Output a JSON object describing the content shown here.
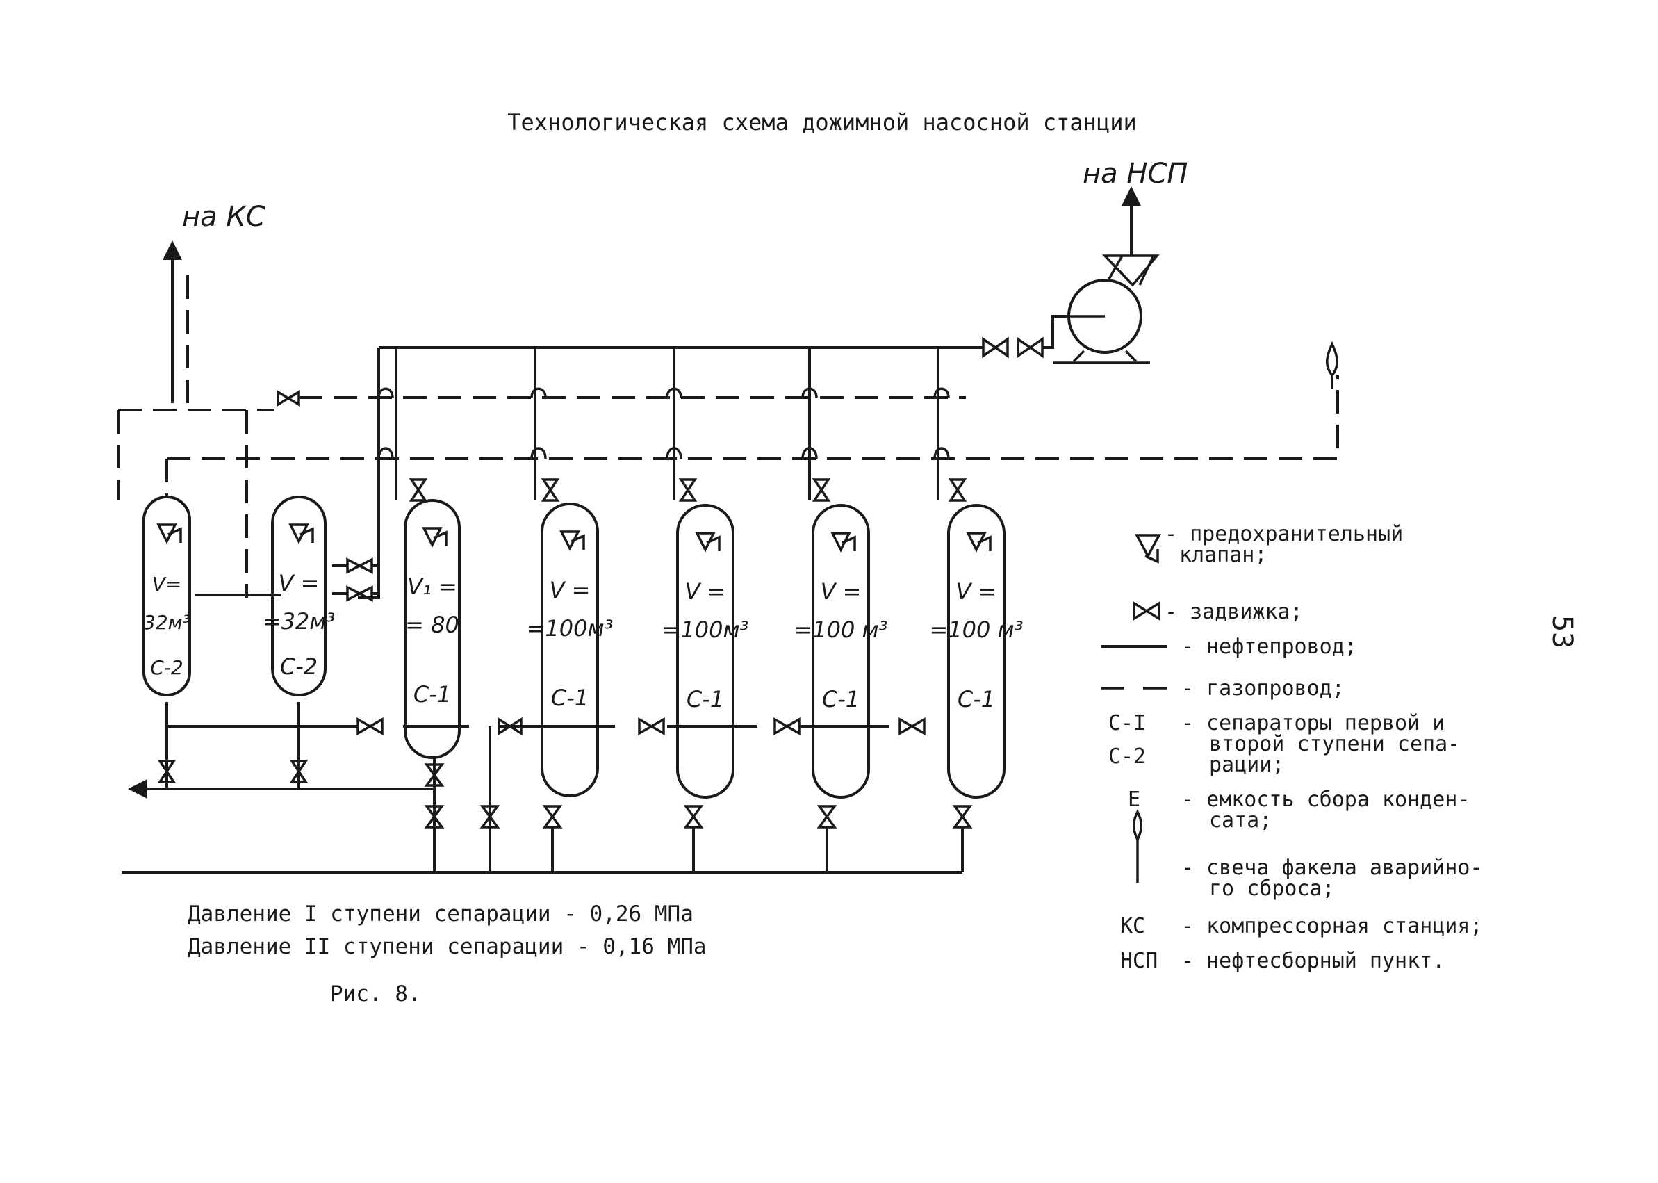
{
  "title": "Технологическая схема дожимной насосной станции",
  "outlets": {
    "gas": "на КС",
    "oil": "на НСП"
  },
  "separators": [
    {
      "v": "V=",
      "volume": "32м³",
      "code": "С-2"
    },
    {
      "v": "V =",
      "volume": "=32м³",
      "code": "С-2"
    },
    {
      "v": "V₁ =",
      "volume": "= 80",
      "code": "С-1"
    },
    {
      "v": "V =",
      "volume": "=100м³",
      "code": "С-1"
    },
    {
      "v": "V =",
      "volume": "=100м³",
      "code": "С-1"
    },
    {
      "v": "V =",
      "volume": "=100 м³",
      "code": "С-1"
    },
    {
      "v": "V =",
      "volume": "=100 м³",
      "code": "С-1"
    }
  ],
  "legend": {
    "relief_valve": "- предохранительный клапан;",
    "gate_valve": "- задвижка;",
    "oil_line": "- нефтепровод;",
    "gas_line": "- газопровод;",
    "c1": "С-I",
    "c2": "С-2",
    "separators_desc": [
      "- сепараторы первой и",
      "второй ступени сепа-",
      "рации;"
    ],
    "e": "Е",
    "tank_desc": [
      "- емкость сбора конден-",
      "сата;"
    ],
    "flare_desc": [
      "- свеча факела аварийно-",
      "го сброса;"
    ],
    "ks": "КС",
    "ks_desc": "- компрессорная станция;",
    "nsp": "НСП",
    "nsp_desc": "- нефтесборный пункт."
  },
  "notes": [
    "Давление I ступени сепарации - 0,26 МПа",
    "Давление II ступени сепарации - 0,16 МПа"
  ],
  "caption": "Рис. 8.",
  "page_number": "53"
}
